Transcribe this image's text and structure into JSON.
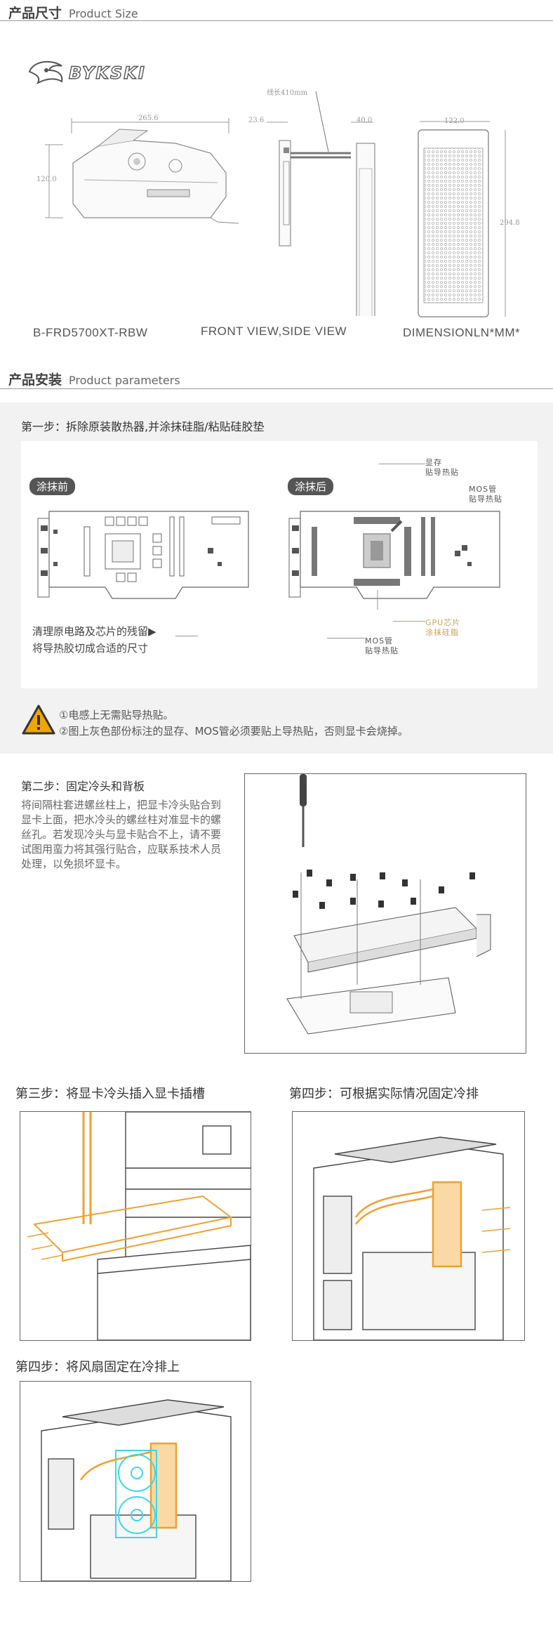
{
  "section1": {
    "title_cn": "产品尺寸",
    "title_en": "Product Size"
  },
  "logo": {
    "text": "BYKSKI"
  },
  "dims": {
    "card_width": "265.6",
    "card_height": "120.0",
    "side_left": "23.6",
    "side_right": "40.0",
    "hose": "线长410mm",
    "rad_width": "122.0",
    "rad_height": "294.8"
  },
  "captions": {
    "model": "B-FRD5700XT-RBW",
    "views": "FRONT VIEW,SIDE VIEW",
    "dimension": "DIMENSIONLN*MM*"
  },
  "section2": {
    "title_cn": "产品安装",
    "title_en": "Product parameters"
  },
  "step1": {
    "title": "第一步：拆除原装散热器,并涂抹硅脂/粘贴硅胶垫",
    "before": "涂抹前",
    "after": "涂抹后",
    "note1": "清理原电路及芯片的残留▶",
    "note2": "将导热胶切成合适的尺寸",
    "mem_label": "显存\n贴导热贴",
    "mos_label_top": "MOS管\n贴导热贴",
    "gpu_label": "GPU芯片\n涂抹硅脂",
    "mos_label_bottom": "MOS管\n贴导热贴"
  },
  "warning": {
    "line1": "①电感上无需贴导热贴。",
    "line2": "②图上灰色部份标注的显存、MOS管必须要贴上导热贴，否则显卡会烧掉。"
  },
  "step2": {
    "title": "第二步：固定冷头和背板",
    "body": "将间隔柱套进螺丝柱上，把显卡冷头贴合到显卡上面，把水冷头的螺丝柱对准显卡的螺丝孔。若发现冷头与显卡贴合不上，请不要试图用蛮力将其强行贴合，应联系技术人员处理，以免损坏显卡。"
  },
  "step3": {
    "title": "第三步：将显卡冷头插入显卡插槽"
  },
  "step4a": {
    "title": "第四步：可根据实际情况固定冷排"
  },
  "step4b": {
    "title": "第四步：将风扇固定在冷排上"
  },
  "colors": {
    "accent": "#f0a030",
    "warn": "#f0a500",
    "cyan": "#3cd7e8"
  }
}
